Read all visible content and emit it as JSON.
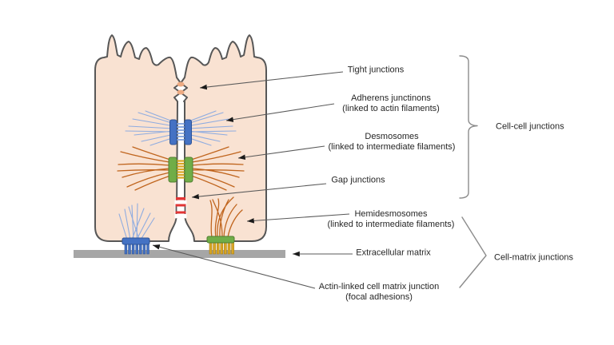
{
  "figure": {
    "type": "cell-junction-diagram"
  },
  "colors": {
    "cell_fill": "#F9E2D2",
    "cell_outline": "#575757",
    "matrix_gray": "#A6A6A6",
    "blue": "#4472C4",
    "blue_dark": "#2F5496",
    "blue_light": "#8FACE0",
    "green": "#70AD47",
    "green_dark": "#507E32",
    "gold": "#D9A624",
    "gold_dark": "#A87F15",
    "orange": "#C0651E",
    "red": "#E23535",
    "salmon": "#EDAA82",
    "arrow": "#595959",
    "arrowhead": "#1A1A1A",
    "bracket": "#8C8C8C",
    "text": "#262626",
    "background": "#FFFFFF"
  },
  "labels": {
    "tight_junctions": {
      "text": "Tight junctions"
    },
    "adherens_junctions": {
      "text": "Adherens junctinons",
      "sub": "(linked to actin filaments)"
    },
    "desmosomes": {
      "text": "Desmosomes",
      "sub": "(linked to intermediate filaments)"
    },
    "gap_junctions": {
      "text": "Gap junctions"
    },
    "hemidesmosomes": {
      "text": "Hemidesmosomes",
      "sub": "(linked to intermediate filaments)"
    },
    "extracellular_matrix": {
      "text": "Extracellular matrix"
    },
    "actin_linked": {
      "text": "Actin-linked cell matrix junction",
      "sub": "(focal adhesions)"
    },
    "cell_cell_group": {
      "text": "Cell-cell junctions"
    },
    "cell_matrix_group": {
      "text": "Cell-matrix junctions"
    }
  }
}
